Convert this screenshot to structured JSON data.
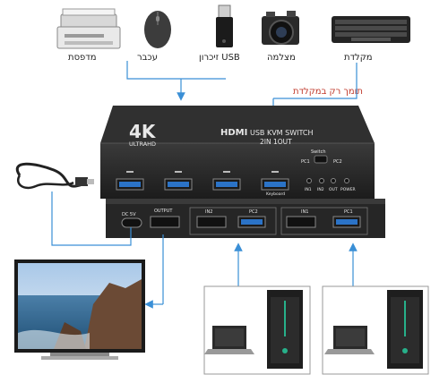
{
  "devices": {
    "printer": "מדפסת",
    "mouse": "עכבר",
    "usb": "USB זיכרון",
    "camera": "מצלמה",
    "keyboard": "מקלדת"
  },
  "note": "תומך רק במקלדת",
  "switch": {
    "brand_4k": "4K",
    "brand_ultrahd": "ULTRAHD",
    "hdmi": "HDMI",
    "product": "USB KVM SWITCH",
    "config": "2IN 1OUT",
    "switch_label": "Switch",
    "pc1": "PC1",
    "pc2": "PC2",
    "keyboard_port": "Keyboard",
    "indicators": [
      "IN1",
      "IN2",
      "OUT",
      "POWER"
    ],
    "back_dc": "DC 5V",
    "back_output": "OUTPUT",
    "back_in2": "IN2",
    "back_pc2": "PC2",
    "back_in1": "IN1",
    "back_pc1": "PC1"
  },
  "colors": {
    "arrow": "#3a8fd6",
    "note": "#c0392b",
    "body": "#2b2b2b"
  }
}
